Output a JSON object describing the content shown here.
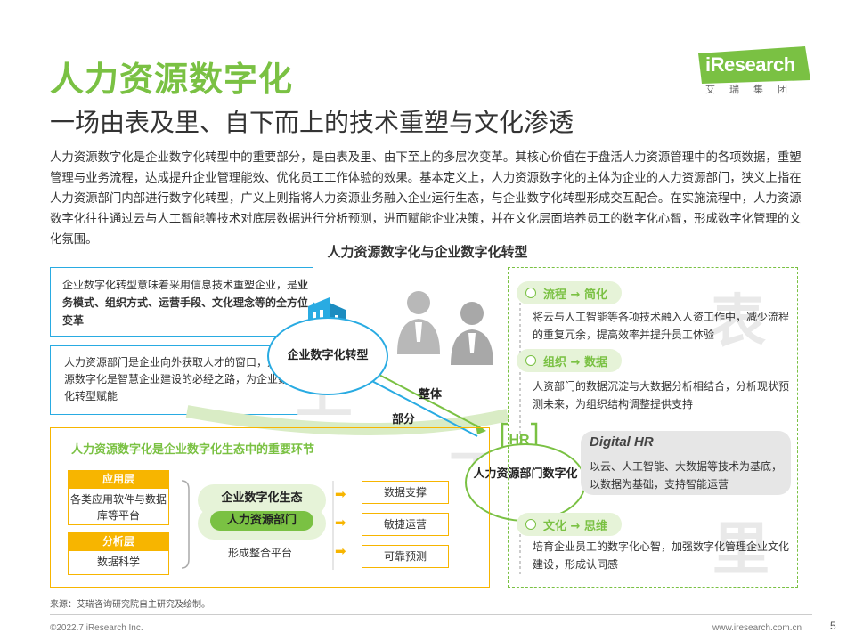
{
  "header": {
    "title": "人力资源数字化",
    "subtitle": "一场由表及里、自下而上的技术重塑与文化渗透",
    "logo_text": "iResearch",
    "logo_cn": "艾瑞集团"
  },
  "intro": "人力资源数字化是企业数字化转型中的重要部分，是由表及里、由下至上的多层次变革。其核心价值在于盘活人力资源管理中的各项数据，重塑管理与业务流程，达成提升企业管理能效、优化员工工作体验的效果。基本定义上，人力资源数字化的主体为企业的人力资源部门，狭义上指在人力资源部门内部进行数字化转型，广义上则指将人力资源业务融入企业运行生态，与企业数字化转型形成交互配合。在实施流程中，人力资源数字化往往通过云与人工智能等技术对底层数据进行分析预测，进而赋能企业决策，并在文化层面培养员工的数字化心智，形成数字化管理的文化氛围。",
  "diagram": {
    "title": "人力资源数字化与企业数字化转型",
    "box1": {
      "pre": "企业数字化转型意味着采用信息技术重塑企业，是",
      "bold": "业务模式、组织方式、运营手段、文化理念等的全方位变革"
    },
    "box2": "人力资源部门是企业向外获取人才的窗口，人力资源数字化是智慧企业建设的必经之路，为企业数字化转型赋能",
    "watermarks": {
      "shang": "上",
      "biao": "表",
      "xia": "下",
      "li": "里"
    },
    "circle1": "企业数字化转型",
    "circle2": "人力资源部门数字化",
    "label_whole": "整体",
    "label_part": "部分",
    "hr_icon_text": "HR",
    "eco": {
      "title": "人力资源数字化是企业数字化生态中的重要环节",
      "app_label": "应用层",
      "app_desc": "各类应用软件与数据库等平台",
      "ana_label": "分析层",
      "ana_desc": "数据科学",
      "pill_top": "企业数字化生态",
      "pill_bottom": "人力资源部门",
      "platform": "形成整合平台",
      "outputs": [
        "数据支撑",
        "敏捷运营",
        "可靠预测"
      ]
    },
    "right": {
      "process": {
        "title": "流程 → 简化",
        "desc": "将云与人工智能等各项技术融入人资工作中，减少流程的重复冗余，提高效率并提升员工体验"
      },
      "org": {
        "title": "组织 → 数据",
        "desc": "人资部门的数据沉淀与大数据分析相结合，分析现状预测未来，为组织结构调整提供支持"
      },
      "digital_hr": {
        "title": "Digital HR",
        "desc": "以云、人工智能、大数据等技术为基底，以数据为基础，支持智能运营"
      },
      "culture": {
        "title": "文化 → 思维",
        "desc": "培育企业员工的数字化心智，加强数字化管理企业文化建设，形成认同感"
      }
    }
  },
  "footer": {
    "source": "来源：艾瑞咨询研究院自主研究及绘制。",
    "copyright": "©2022.7 iResearch Inc.",
    "website": "www.iresearch.com.cn",
    "page": "5"
  },
  "colors": {
    "green": "#7ac143",
    "cyan": "#29abe2",
    "yellow": "#f7b500",
    "light_green": "#e6f3d8",
    "gray_box": "#e6e6e6"
  }
}
